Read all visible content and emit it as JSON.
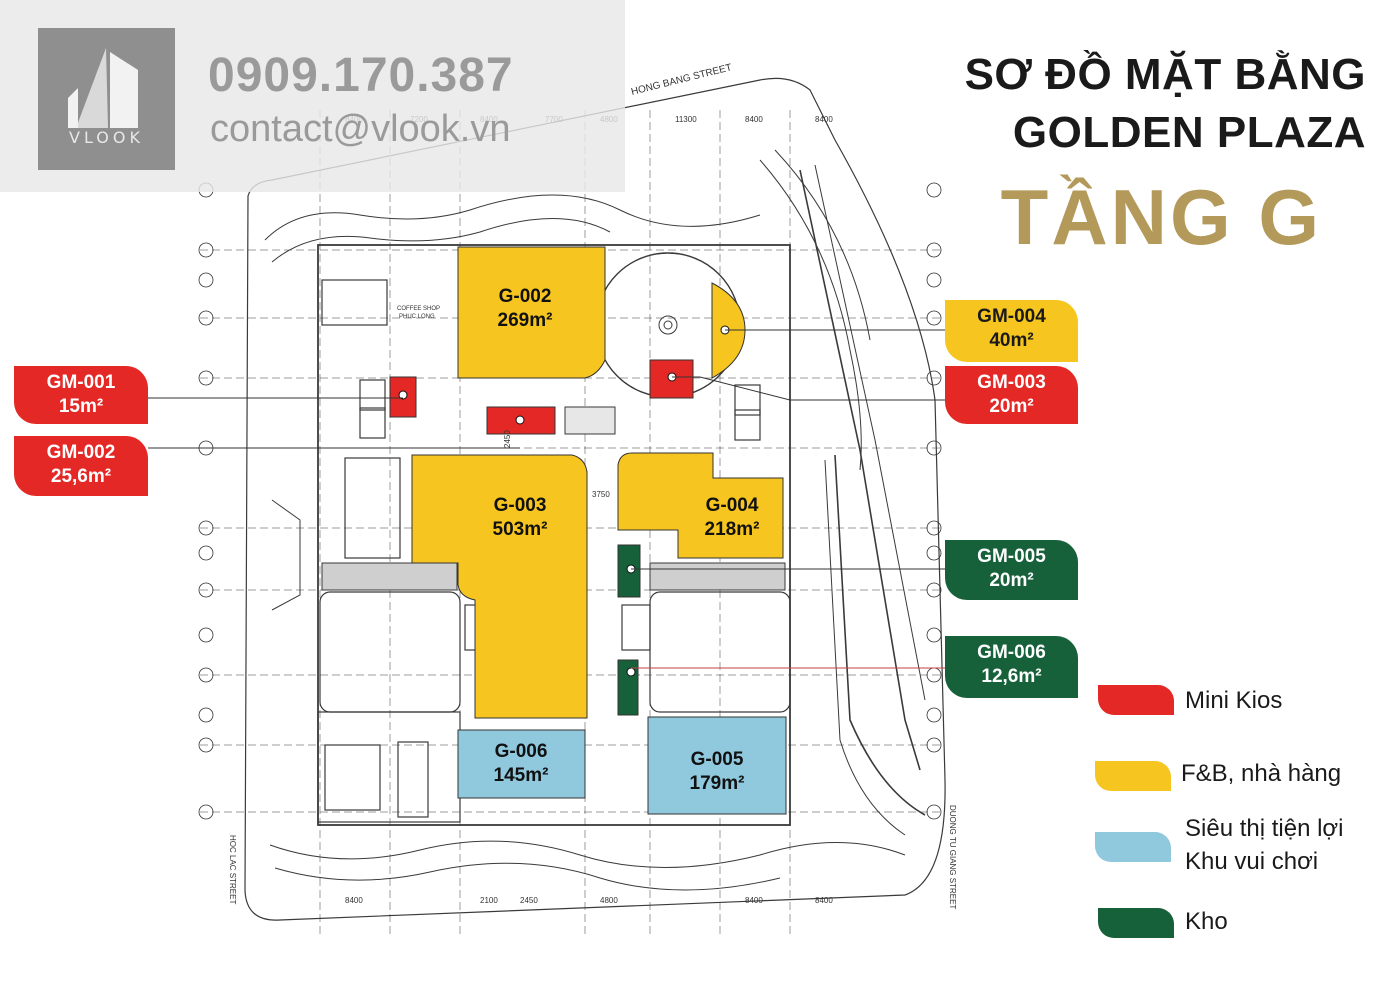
{
  "watermark": {
    "logo_text": "VLOOK",
    "phone": "0909.170.387",
    "email": "contact@vlook.vn"
  },
  "title": {
    "line1": "SƠ ĐỒ MẶT BẰNG",
    "line2": "GOLDEN PLAZA",
    "line3": "TẦNG G"
  },
  "units": {
    "g002": {
      "code": "G-002",
      "area": "269m²"
    },
    "g003": {
      "code": "G-003",
      "area": "503m²"
    },
    "g004": {
      "code": "G-004",
      "area": "218m²"
    },
    "g005": {
      "code": "G-005",
      "area": "179m²"
    },
    "g006": {
      "code": "G-006",
      "area": "145m²"
    }
  },
  "callouts": {
    "gm001": {
      "code": "GM-001",
      "area": "15m²"
    },
    "gm002": {
      "code": "GM-002",
      "area": "25,6m²"
    },
    "gm003": {
      "code": "GM-003",
      "area": "20m²"
    },
    "gm004": {
      "code": "GM-004",
      "area": "40m²"
    },
    "gm005": {
      "code": "GM-005",
      "area": "20m²"
    },
    "gm006": {
      "code": "GM-006",
      "area": "12,6m²"
    }
  },
  "plan_labels": {
    "street_top": "HONG BANG STREET",
    "street_left": "HOC LAC STREET",
    "street_right": "DUONG TU GIANG STREET",
    "coffee_1": "COFFEE SHOP",
    "coffee_2": "PHUC LONG",
    "dim_3750": "3750",
    "dim_2450": "2450"
  },
  "legend": [
    {
      "label": "Mini Kios",
      "color": "#e32826"
    },
    {
      "label": "F&B, nhà hàng",
      "color": "#f6c51f"
    },
    {
      "label": "Siêu thị tiện lợi",
      "label2": "Khu vui chơi",
      "color": "#90c8de"
    },
    {
      "label": "Kho",
      "color": "#16613a"
    }
  ],
  "colors": {
    "kiosk": "#e32826",
    "fnb": "#f6c51f",
    "market": "#90c8de",
    "storage": "#16613a",
    "gold": "#b39a5a"
  }
}
